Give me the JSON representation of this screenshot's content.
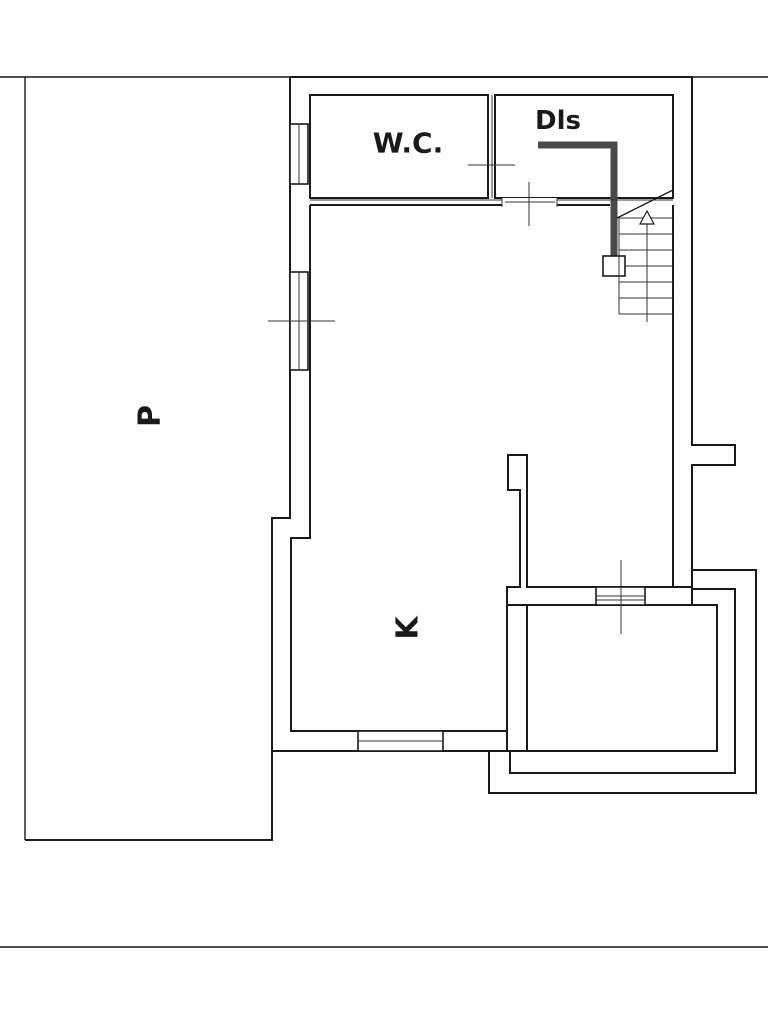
{
  "rooms": {
    "parking": {
      "label": "P"
    },
    "wc": {
      "label": "W.C."
    },
    "dls": {
      "label": "Dls"
    },
    "kitchen": {
      "label": "K"
    }
  },
  "colors": {
    "line": "#1a1a1a",
    "background": "#ffffff",
    "duct": "#4a4a4a"
  },
  "icons": {
    "stair": "stair-arrow-icon",
    "door-marker": "cross-tick-icon"
  }
}
